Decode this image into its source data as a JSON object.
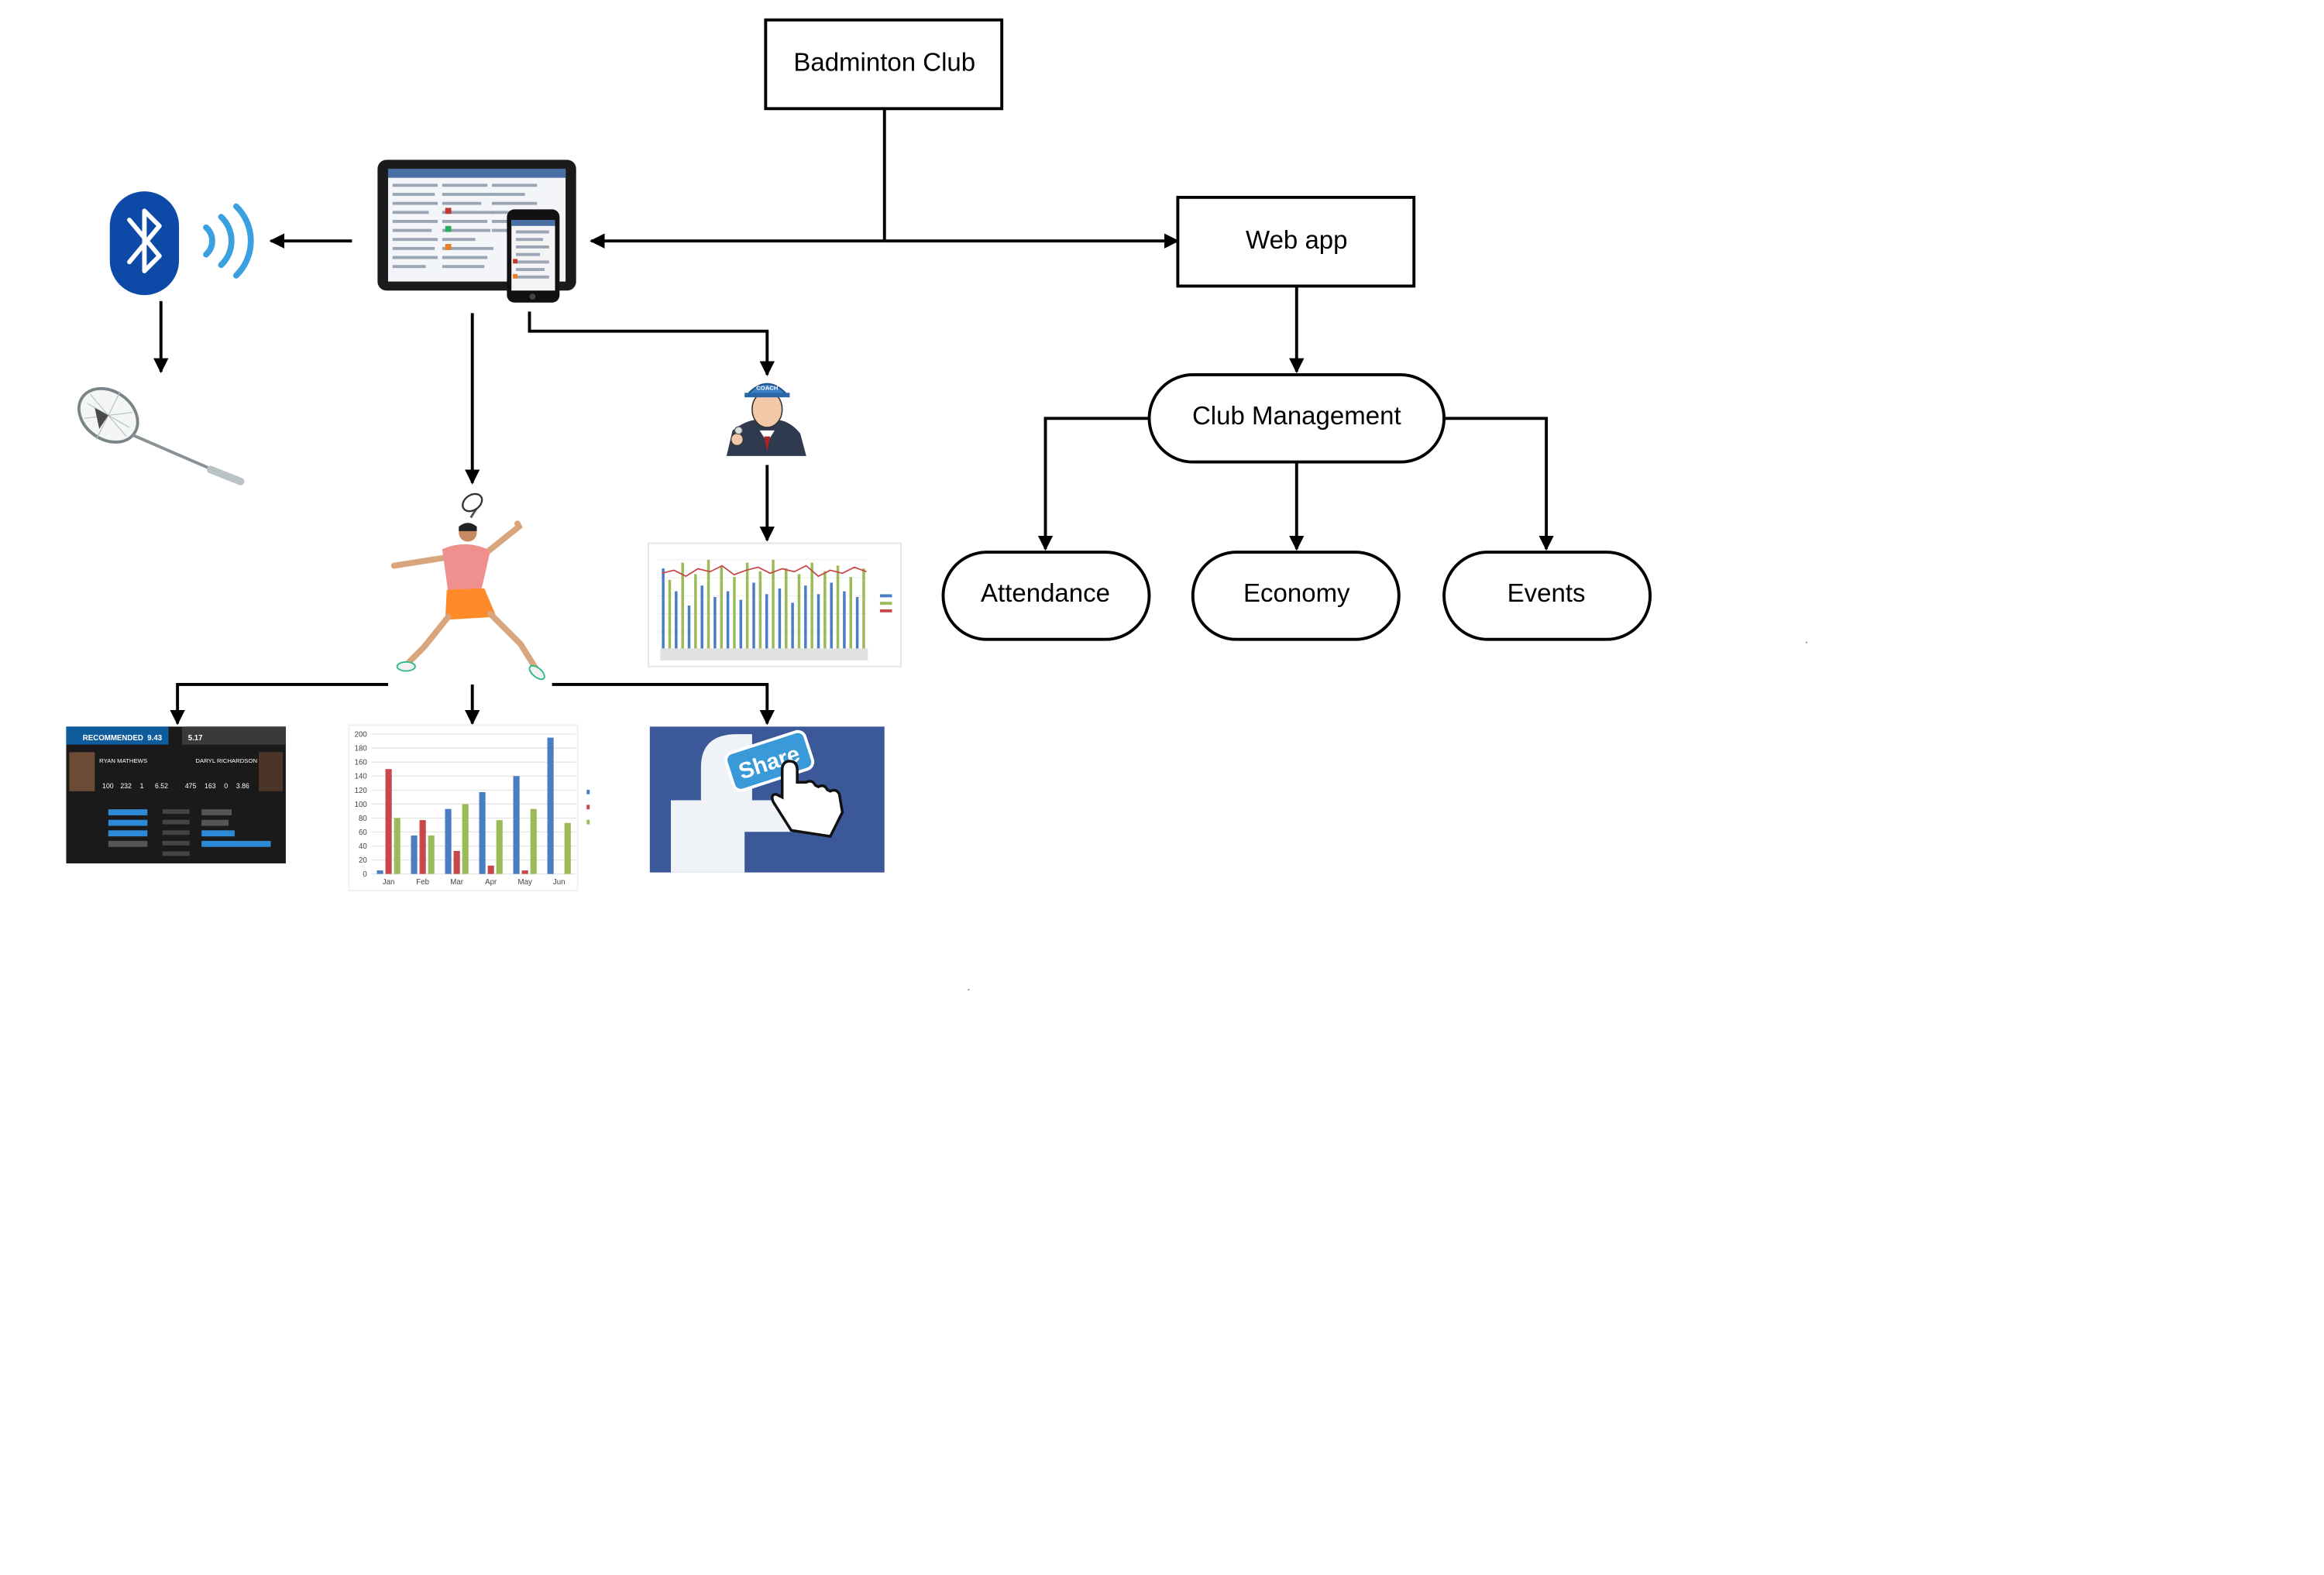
{
  "nodes": {
    "badminton_club": "Badminton Club",
    "web_app": "Web app",
    "club_management": "Club Management",
    "attendance": "Attendance",
    "economy": "Economy",
    "events": "Events"
  },
  "images": {
    "player_stats": {
      "tab_left": "RECOMMENDED",
      "tab_left_value": "9.43",
      "tab_right_value": "5.17",
      "player_left": "RYAN MATHEWS",
      "player_right": "DARYL RICHARDSON",
      "stats_left": [
        "100",
        "232",
        "1",
        "6.52"
      ],
      "stats_right": [
        "475",
        "163",
        "0",
        "3.86"
      ]
    },
    "bar_chart": {
      "y_ticks": [
        "200",
        "180",
        "160",
        "140",
        "120",
        "100",
        "80",
        "60",
        "40",
        "20",
        "0"
      ],
      "categories": [
        "Jan",
        "Feb",
        "Mar",
        "Apr",
        "May",
        "Jun"
      ]
    },
    "share_label": "Share",
    "coach_cap": "COACH"
  },
  "colors": {
    "line": "#000000",
    "bluetooth": "#0d4aa8",
    "facebook": "#3b5998",
    "bar_blue": "#4a7ec2",
    "bar_red": "#c8474a",
    "bar_green": "#9bbb59"
  },
  "chart_data": {
    "type": "bar",
    "categories": [
      "Jan",
      "Feb",
      "Mar",
      "Apr",
      "May",
      "Jun"
    ],
    "series": [
      {
        "values": [
          5,
          55,
          93,
          117,
          140,
          195
        ]
      },
      {
        "values": [
          150,
          77,
          33,
          12,
          5,
          0
        ]
      },
      {
        "values": [
          80,
          55,
          100,
          77,
          93,
          73
        ]
      }
    ],
    "ylim": [
      0,
      200
    ]
  }
}
